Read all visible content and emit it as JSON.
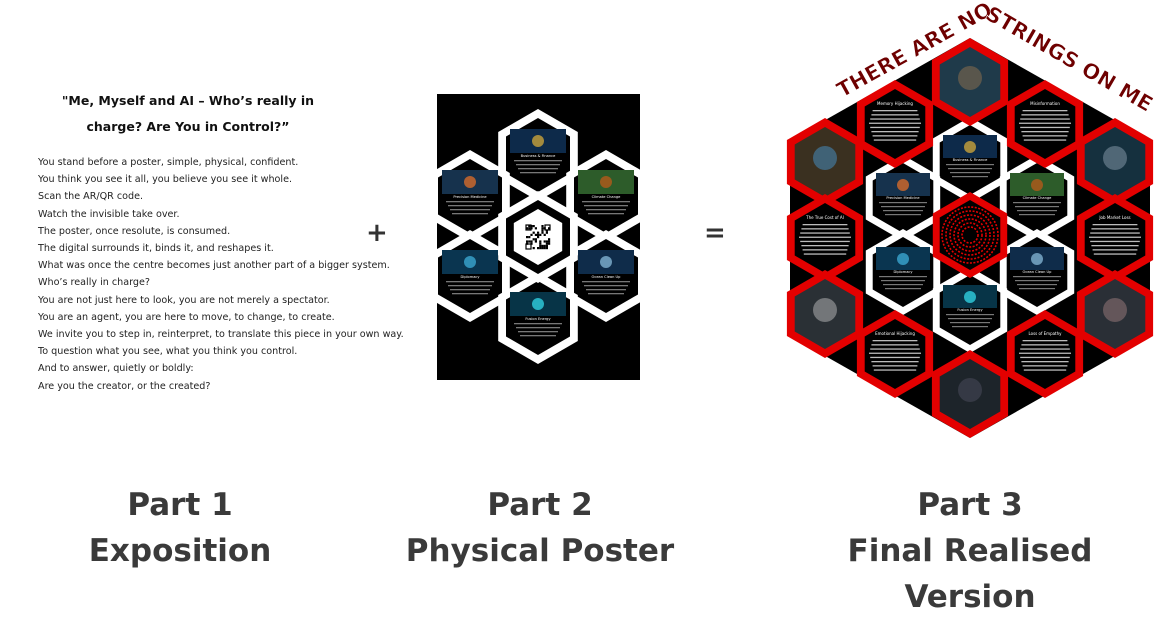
{
  "part1": {
    "title": "\"Me, Myself and AI – Who’s really in charge? Are You in Control?”",
    "lines": [
      "You stand before a poster, simple, physical, confident.",
      "You think you see it all, you believe you see it whole.",
      "Scan the AR/QR code.",
      "Watch the invisible take over.",
      "The poster, once resolute, is consumed.",
      "The digital surrounds it, binds it, and reshapes it.",
      "What was once the centre becomes just another part of a bigger system.",
      "Who’s really in charge?",
      "You are not just here to look, you are not merely a spectator.",
      "You are an agent, you are here to move, to change, to create.",
      "We invite you to step in, reinterpret, to translate this piece in your own way.",
      "To question what you see, what you think you control.",
      "And to answer, quietly or boldly:",
      "Are you the creator, or the created?"
    ]
  },
  "operators": {
    "plus": "+",
    "equals": "="
  },
  "part2": {
    "center": "qr-code",
    "hexes": [
      "Business & Finance",
      "Precision Medicine",
      "Climate Change",
      "Diplomacy",
      "Ocean Clean Up",
      "Fusion Energy"
    ]
  },
  "part3": {
    "title_left": "THERE ARE NO",
    "title_right": "STRINGS ON ME",
    "inner_hexes": [
      "Business & Finance",
      "Precision Medicine",
      "Climate Change",
      "Diplomacy",
      "Ocean Clean Up",
      "Fusion Energy"
    ],
    "outer_text_hexes": [
      "Memory Hijacking",
      "Misinformation",
      "The True Cost of AI",
      "Job Market Loss",
      "Emotional Hijacking",
      "Loss of Empathy"
    ],
    "colors": {
      "red": "#e30000",
      "title": "#6e0000"
    }
  },
  "captions": [
    {
      "part": "Part 1",
      "name": "Exposition"
    },
    {
      "part": "Part 2",
      "name": "Physical Poster"
    },
    {
      "part": "Part 3",
      "name": "Final Realised Version"
    }
  ]
}
